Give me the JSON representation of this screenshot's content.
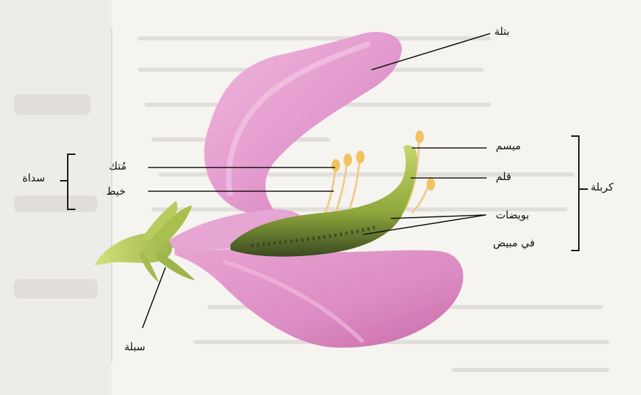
{
  "labels": {
    "petal": "بتلة",
    "stigma": "ميسم",
    "style": "قلم",
    "ovules": "بويضات",
    "in_ovary": "في مبيض",
    "carpel": "كربلة",
    "anther": "مُتك",
    "filament": "خيط",
    "stamen": "سداة",
    "sepal": "سبلة"
  },
  "colors": {
    "petal": "#e39ccf",
    "petal_dark": "#c96aa9",
    "carpel": "#9fb34a",
    "carpel_dark": "#3b4a22",
    "stamen": "#f1c98a",
    "sepal": "#b8cc5d",
    "line": "#111111"
  }
}
